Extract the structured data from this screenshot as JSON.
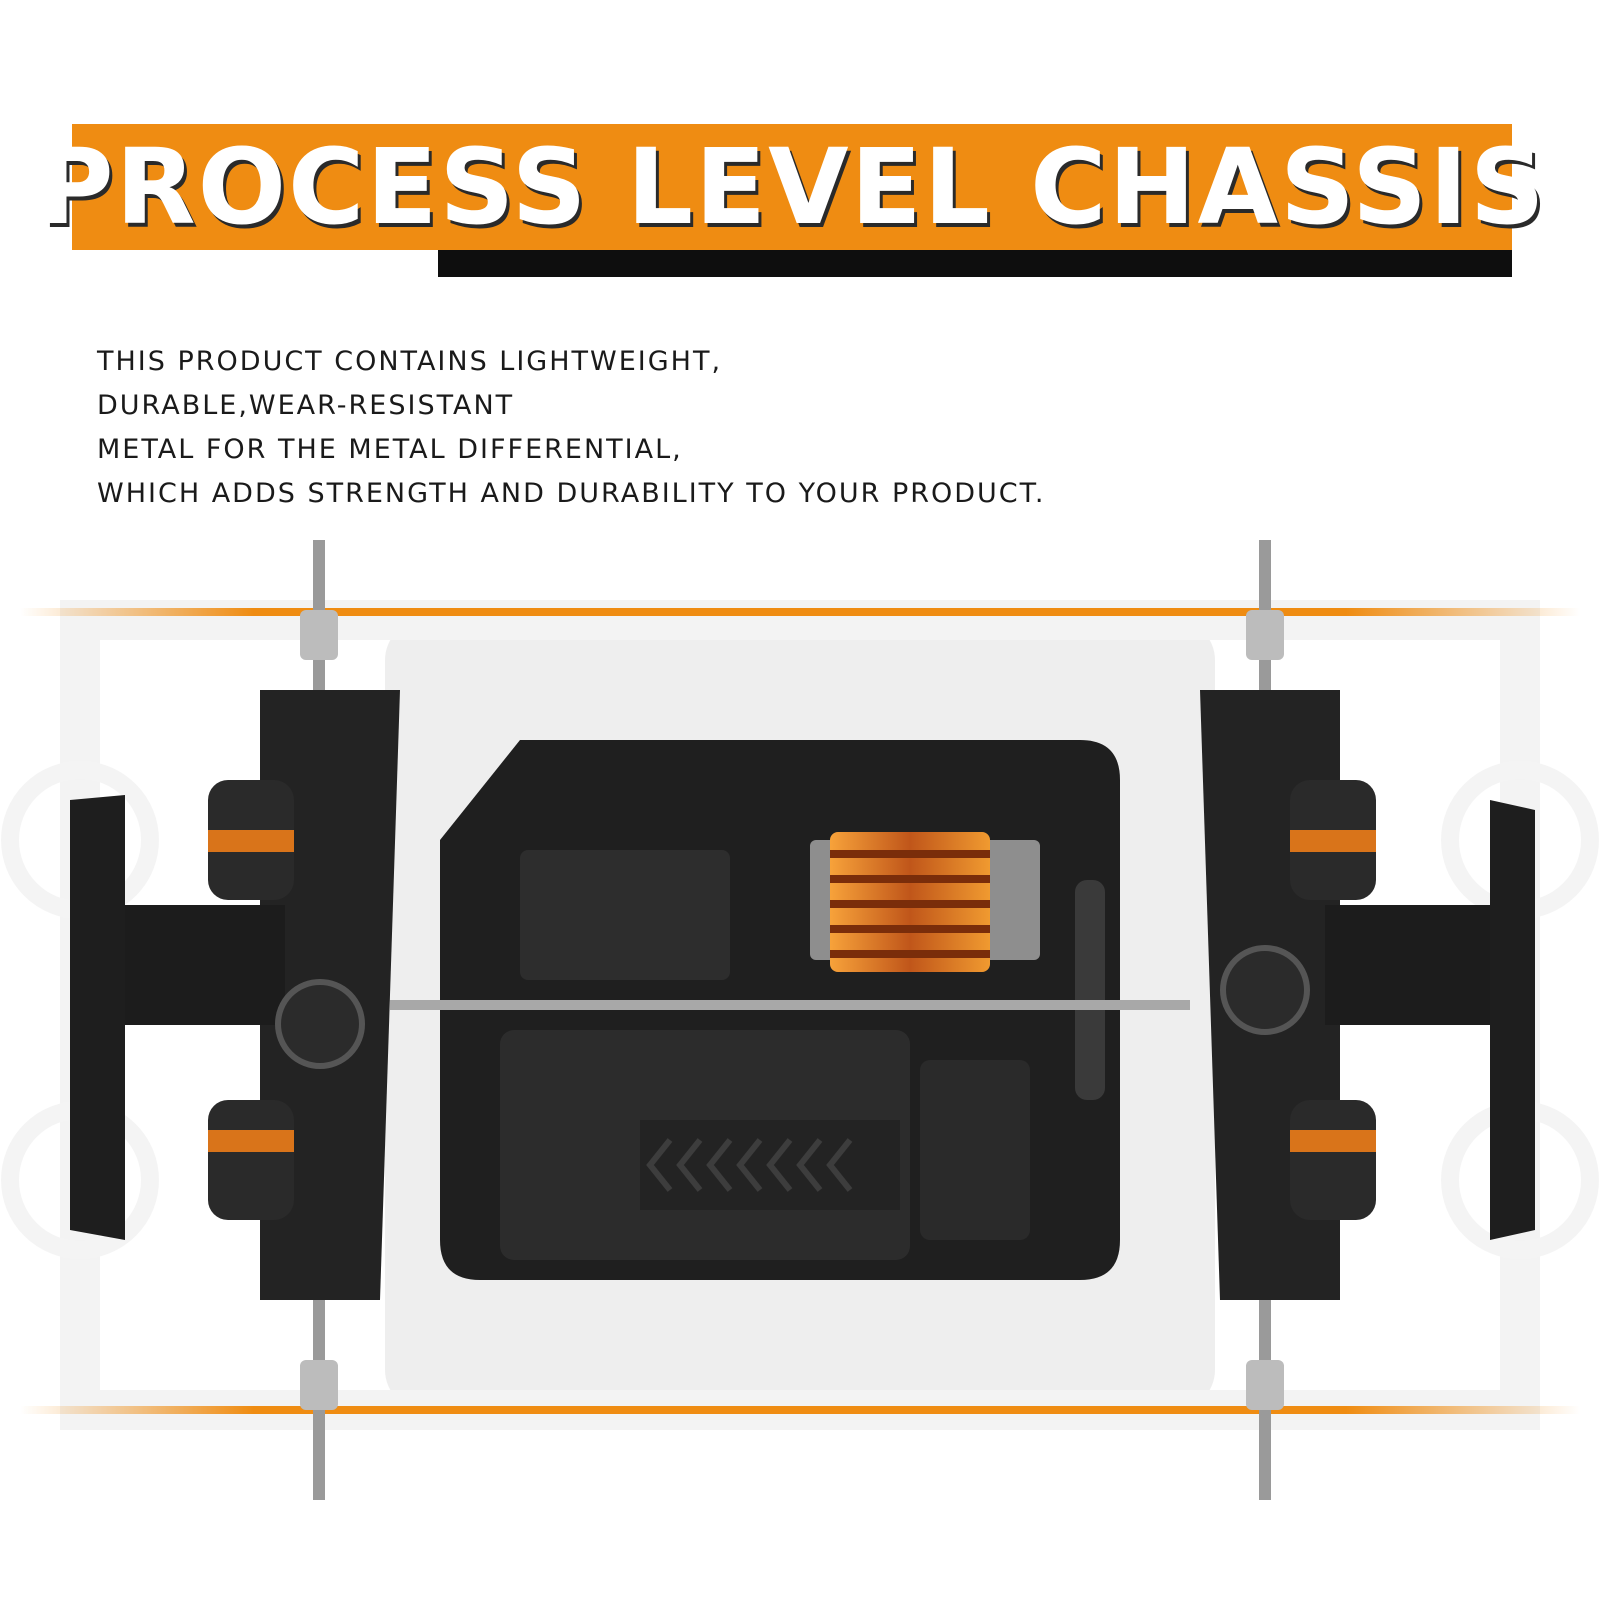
{
  "banner": {
    "title": "PROCESS LEVEL CHASSIS"
  },
  "description": {
    "lines": [
      "THIS PRODUCT CONTAINS LIGHTWEIGHT,",
      "DURABLE,WEAR-RESISTANT",
      "METAL FOR THE METAL DIFFERENTIAL,",
      "WHICH ADDS STRENGTH AND DURABILITY TO YOUR PRODUCT."
    ]
  },
  "colors": {
    "accent": "#ef8c12",
    "underline": "#0e0e0e",
    "chassis": "#1f1f1f",
    "chassis_light": "#d8d8d8",
    "motor": "#e08a1e"
  },
  "figure": {
    "subject": "rc-car-chassis-top-view"
  }
}
